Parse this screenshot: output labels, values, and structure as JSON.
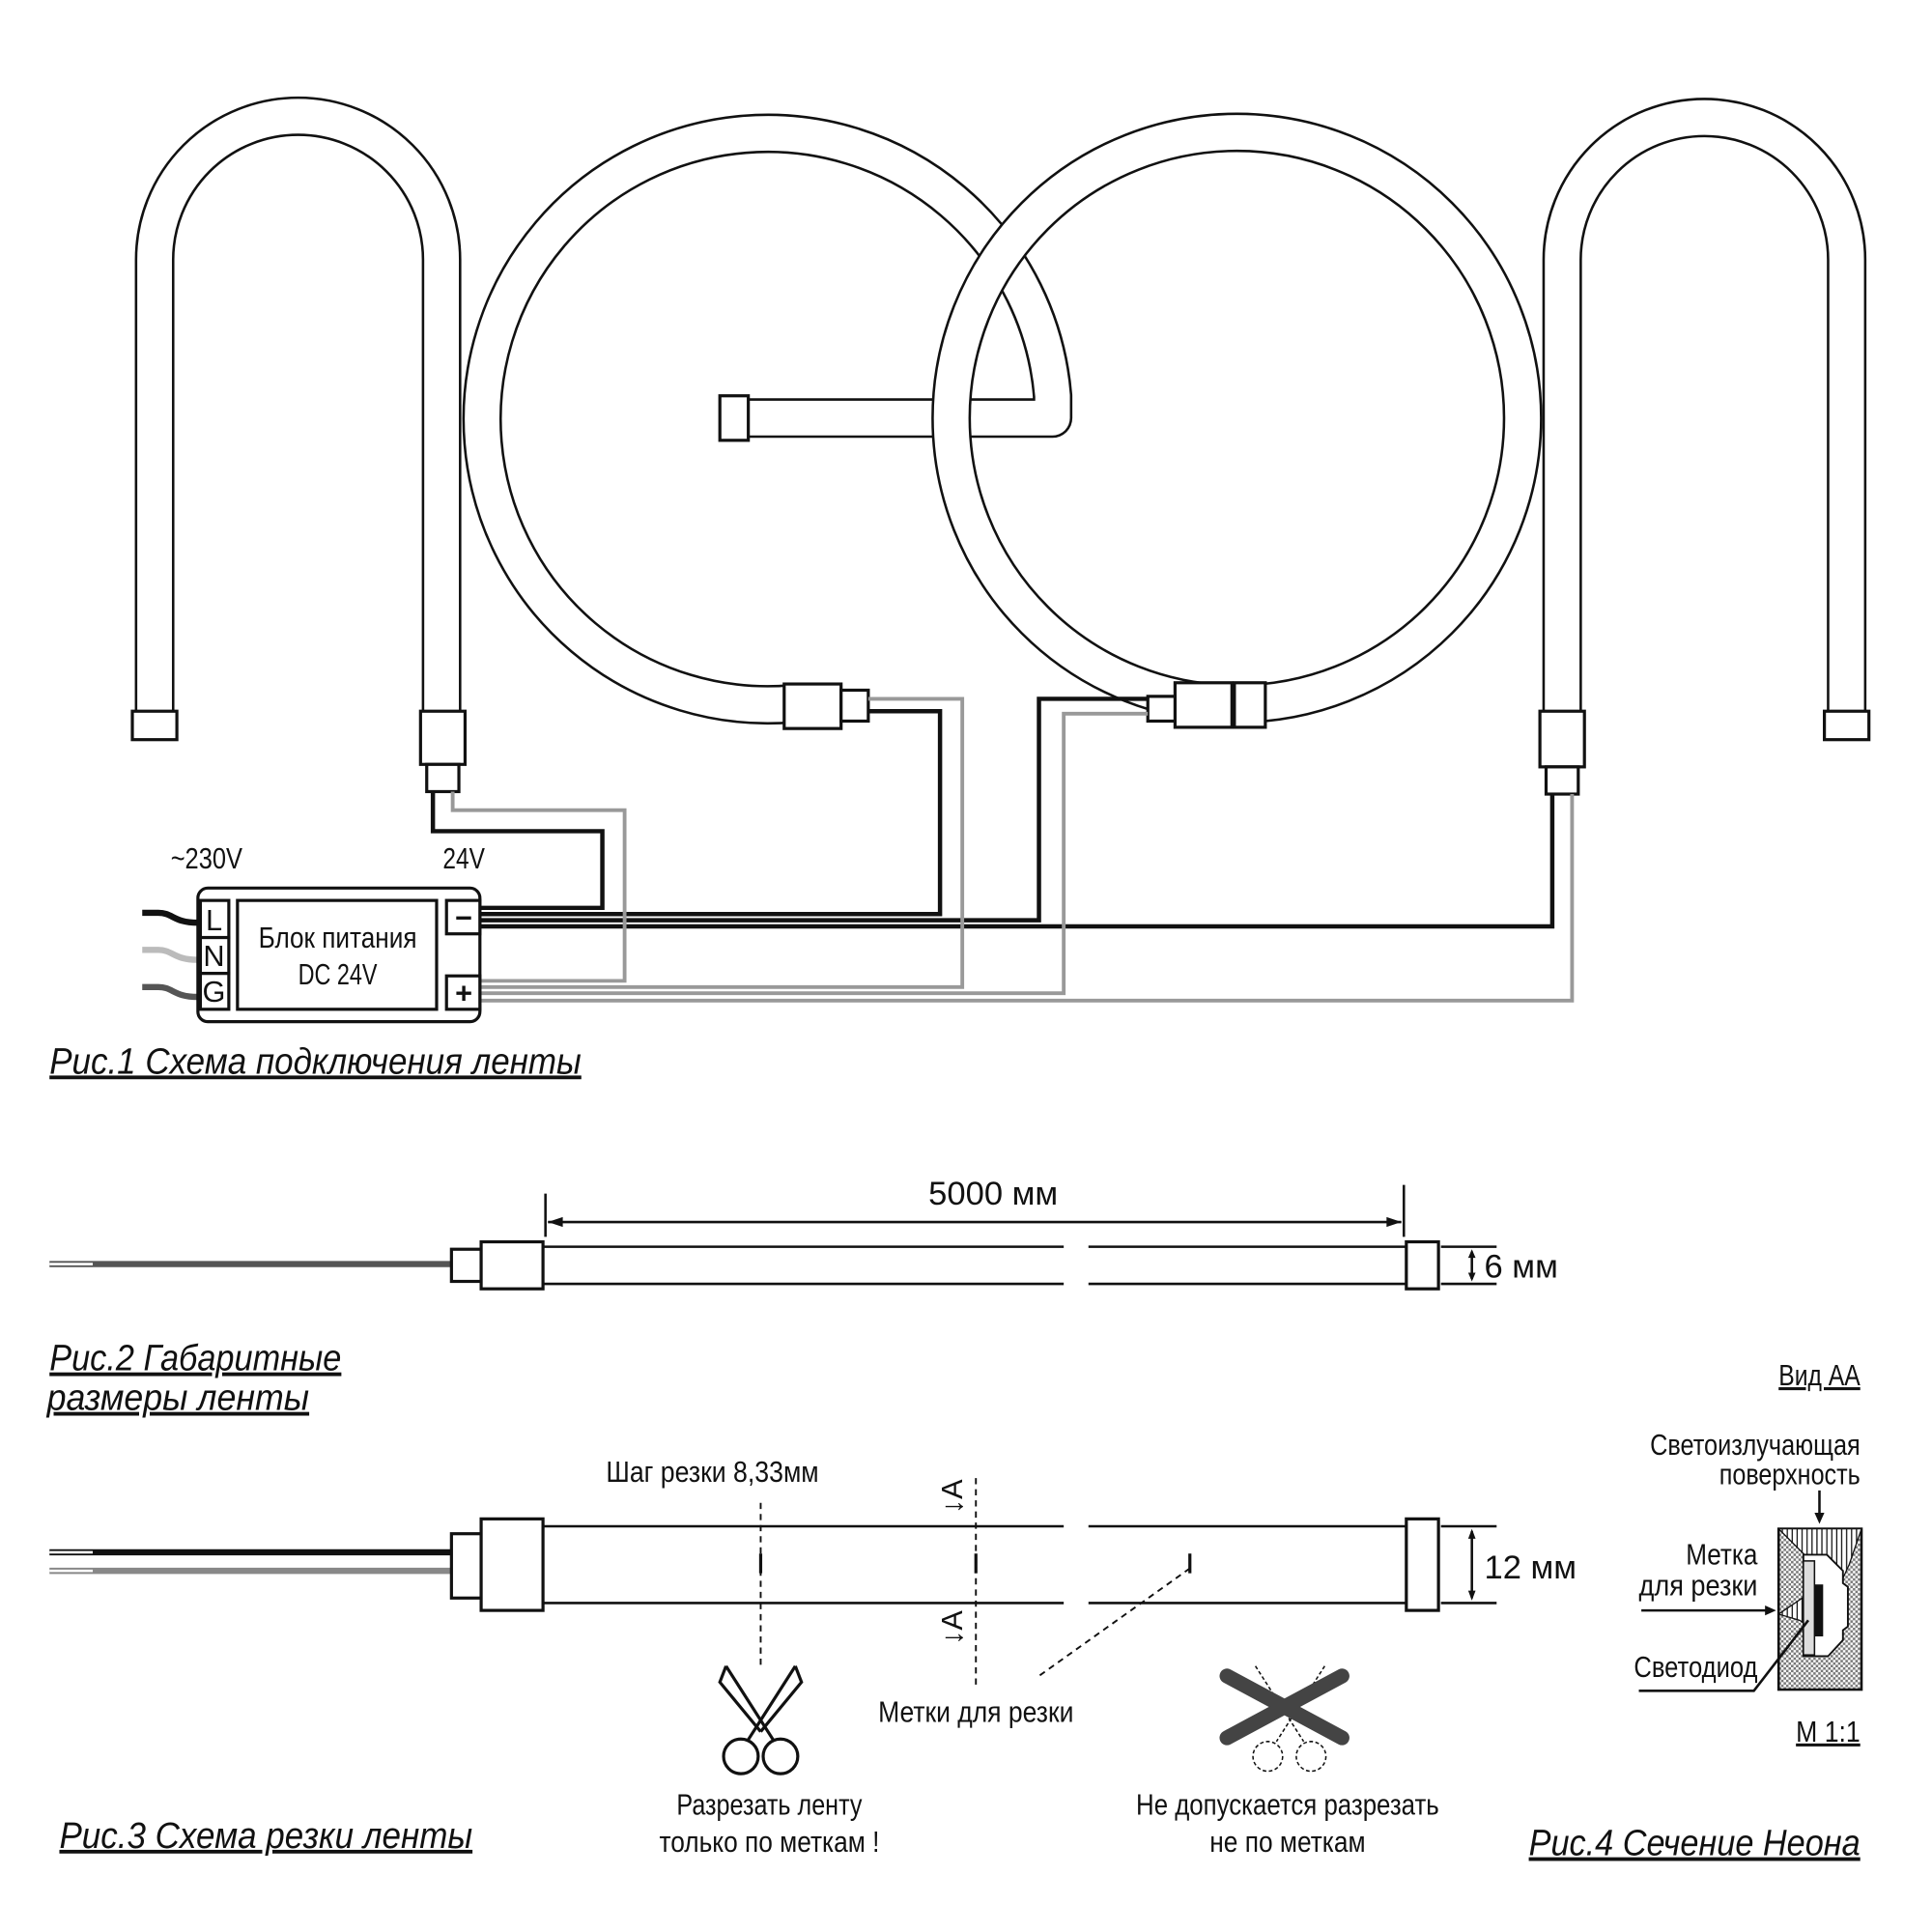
{
  "figure1": {
    "input_voltage": "~230V",
    "output_voltage": "24V",
    "psu_title": "Блок питания",
    "psu_subtitle": "DC 24V",
    "terminals_in": [
      "L",
      "N",
      "G"
    ],
    "terminal_minus": "−",
    "terminal_plus": "+",
    "caption": "Рис.1 Схема подключения ленты"
  },
  "figure2": {
    "length": "5000 мм",
    "thickness": "6 мм",
    "caption_line1": "Рис.2 Габаритные",
    "caption_line2": "размеры ленты"
  },
  "figure3": {
    "cut_step": "Шаг резки 8,33мм",
    "section_mark": "↓A",
    "width": "12 мм",
    "cut_marks_label": "Метки для резки",
    "ok_line1": "Разрезать ленту",
    "ok_line2": "только по меткам !",
    "bad_line1": "Не допускается разрезать",
    "bad_line2": "не по меткам",
    "caption": "Рис.3 Схема резки ленты"
  },
  "figure4": {
    "view": "Вид АА",
    "surface_line1": "Светоизлучающая",
    "surface_line2": "поверхность",
    "mark_line1": "Метка",
    "mark_line2": "для резки",
    "led": "Светодиод",
    "scale": "М 1:1",
    "caption": "Рис.4 Сечение Неона"
  },
  "colors": {
    "black_wire": "#111111",
    "gray_wire": "#999999"
  }
}
